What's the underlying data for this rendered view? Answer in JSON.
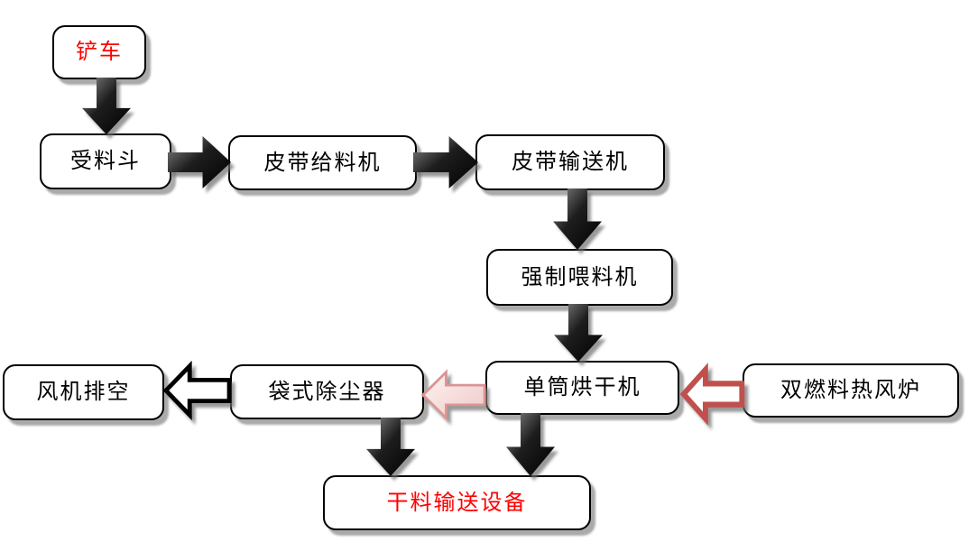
{
  "diagram": {
    "type": "process-flowchart",
    "nodes": [
      {
        "id": "loader",
        "label": "铲车",
        "text_color": "#ff0000"
      },
      {
        "id": "receiving-hopper",
        "label": "受料斗",
        "text_color": "#000000"
      },
      {
        "id": "belt-feeder",
        "label": "皮带给料机",
        "text_color": "#000000"
      },
      {
        "id": "belt-conveyor",
        "label": "皮带输送机",
        "text_color": "#000000"
      },
      {
        "id": "forced-feeder",
        "label": "强制喂料机",
        "text_color": "#000000"
      },
      {
        "id": "drum-dryer",
        "label": "单筒烘干机",
        "text_color": "#000000"
      },
      {
        "id": "bag-dust-collector",
        "label": "袋式除尘器",
        "text_color": "#000000"
      },
      {
        "id": "fan-exhaust",
        "label": "风机排空",
        "text_color": "#000000"
      },
      {
        "id": "hot-air-furnace",
        "label": "双燃料热风炉",
        "text_color": "#000000"
      },
      {
        "id": "dry-material-conveyor",
        "label": "干料输送设备",
        "text_color": "#ff0000"
      }
    ],
    "edges": [
      {
        "from": "铲车",
        "to": "受料斗",
        "style": "solid-black",
        "direction": "down"
      },
      {
        "from": "受料斗",
        "to": "皮带给料机",
        "style": "solid-black",
        "direction": "right"
      },
      {
        "from": "皮带给料机",
        "to": "皮带输送机",
        "style": "solid-black",
        "direction": "right"
      },
      {
        "from": "皮带输送机",
        "to": "强制喂料机",
        "style": "solid-black",
        "direction": "down"
      },
      {
        "from": "强制喂料机",
        "to": "单筒烘干机",
        "style": "solid-black",
        "direction": "down"
      },
      {
        "from": "单筒烘干机",
        "to": "袋式除尘器",
        "style": "solid-pink",
        "direction": "left"
      },
      {
        "from": "袋式除尘器",
        "to": "风机排空",
        "style": "hollow-black",
        "direction": "left"
      },
      {
        "from": "双燃料热风炉",
        "to": "单筒烘干机",
        "style": "hollow-red",
        "direction": "left"
      },
      {
        "from": "袋式除尘器",
        "to": "干料输送设备",
        "style": "solid-black",
        "direction": "down"
      },
      {
        "from": "单筒烘干机",
        "to": "干料输送设备",
        "style": "solid-black",
        "direction": "down"
      }
    ],
    "colors": {
      "background": "#ffffff",
      "box_fill": "#ffffff",
      "box_border": "#000000",
      "highlight_text": "#ff0000",
      "solid_arrow": "#000000",
      "hollow_arrow_fill": "#ffffff",
      "hot_air_arrow_border": "#c0504d",
      "dust_arrow_fill": "#f2dcdb",
      "dust_arrow_border": "#d99694"
    }
  }
}
